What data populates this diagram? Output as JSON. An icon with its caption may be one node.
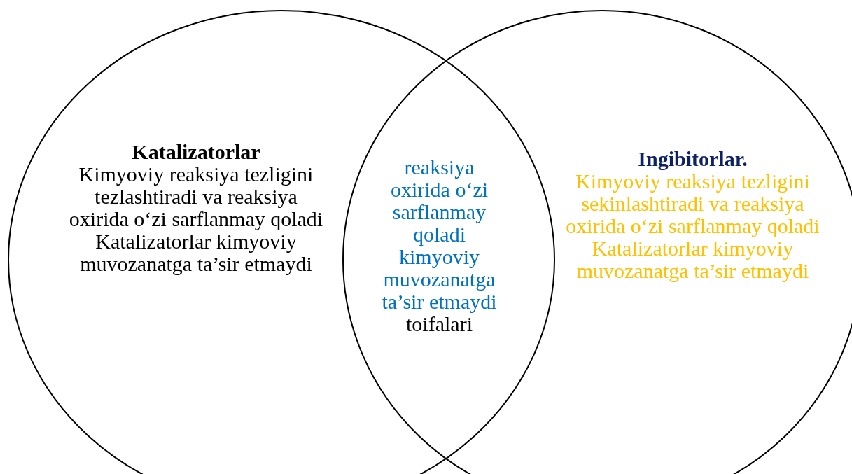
{
  "diagram": {
    "nodes": [
      {
        "text": [
          "Katalizatorlar",
          "Kimyoviy reaksiya tezligini tezlashtiradi va reaksiya oxirida o‘zi sarflanmay qoladi",
          "Katalizatorlar kimyoviy muvozanatga ta’sir etmaydi"
        ]
      },
      {
        "text": [
          "Ingibitorlar.",
          "Kimyoviy reaksiya tezligini sekinlashtiradi va reaksiya oxirida o‘zi sarflanmay qoladi",
          "Katalizatorlar kimyoviy muvozanatga ta’sir etmaydi"
        ]
      }
    ],
    "edges": [],
    "labels": [
      "reaksiya oxirida o‘zi sarflanmay qoladi kimyoviy muvozanatga ta’sir etmaydi",
      "toifalari"
    ]
  }
}
